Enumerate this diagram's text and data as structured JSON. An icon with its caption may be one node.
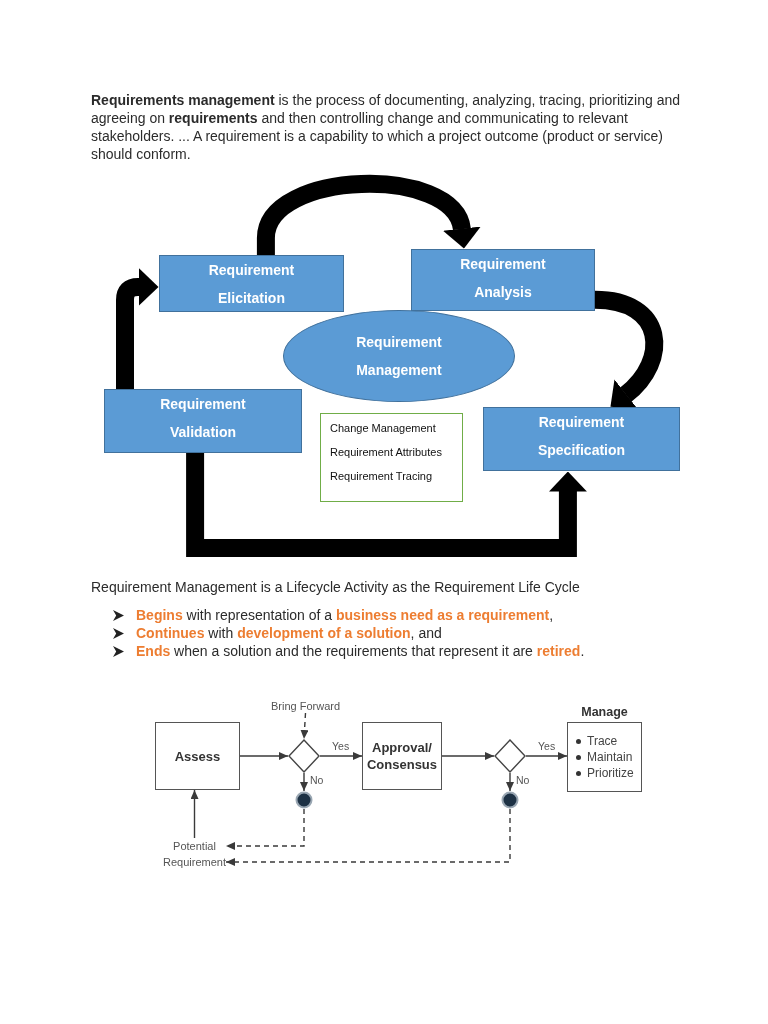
{
  "diagram": {
    "nodes": [
      {
        "text": [
          "Requirement Elicitation"
        ]
      },
      {
        "text": [
          "Requirement Analysis"
        ]
      },
      {
        "text": [
          "Requirement Management"
        ]
      },
      {
        "text": [
          "Requirement Validation"
        ]
      },
      {
        "text": [
          "Change Management",
          "Requirement Attributes",
          "Requirement Tracing"
        ]
      },
      {
        "text": [
          "Requirement Specification"
        ]
      },
      {
        "text": [
          "Bring Forward"
        ]
      },
      {
        "text": [
          "Assess"
        ]
      },
      {
        "text": [],
        "shape": "diamond"
      },
      {
        "text": [
          "Approval/ Consensus"
        ]
      },
      {
        "text": [],
        "shape": "diamond"
      },
      {
        "text": [
          "Manage",
          "Trace",
          "Maintain",
          "Prioritize"
        ]
      },
      {
        "text": [],
        "shape": "circle"
      },
      {
        "text": [],
        "shape": "circle"
      },
      {
        "text": [
          "Potential Requirement"
        ]
      }
    ],
    "edges": [
      {
        "from": 0,
        "to": 1,
        "arrow": "to",
        "style": "thick"
      },
      {
        "from": 1,
        "to": 5,
        "arrow": "to",
        "style": "thick"
      },
      {
        "from": 3,
        "to": 5,
        "arrow": "to",
        "style": "thick"
      },
      {
        "from": 3,
        "to": 0,
        "arrow": "to",
        "style": "thick"
      },
      {
        "from": 6,
        "to": 8,
        "arrow": "to",
        "style": "dashed"
      },
      {
        "from": 7,
        "to": 8,
        "arrow": "to"
      },
      {
        "from": 8,
        "to": 9,
        "arrow": "to",
        "label": "Yes"
      },
      {
        "from": 8,
        "to": 12,
        "arrow": "to",
        "label": "No"
      },
      {
        "from": 9,
        "to": 10,
        "arrow": "to"
      },
      {
        "from": 10,
        "to": 11,
        "arrow": "to",
        "label": "Yes"
      },
      {
        "from": 10,
        "to": 13,
        "arrow": "to",
        "label": "No"
      },
      {
        "from": 14,
        "to": 7,
        "arrow": "to"
      },
      {
        "from": 12,
        "to": 14,
        "arrow": "to",
        "style": "dashed"
      },
      {
        "from": 13,
        "to": 14,
        "arrow": "to",
        "style": "dashed"
      }
    ],
    "labels": [
      "**Requirements management** is the process of documenting, analyzing, tracing, prioritizing and agreeing on **requirements** and then controlling change and communicating to relevant stakeholders. ... A requirement is a capability to which a project outcome (product or service) should conform.",
      "Requirement Management is a Lifecycle Activity as the Requirement Life Cycle",
      "**Begins** with representation of a **business need as a requirement**,",
      "**Continues** with **development of a solution**, and",
      "**Ends** when a solution and the requirements that represent it are **retired**."
    ]
  }
}
